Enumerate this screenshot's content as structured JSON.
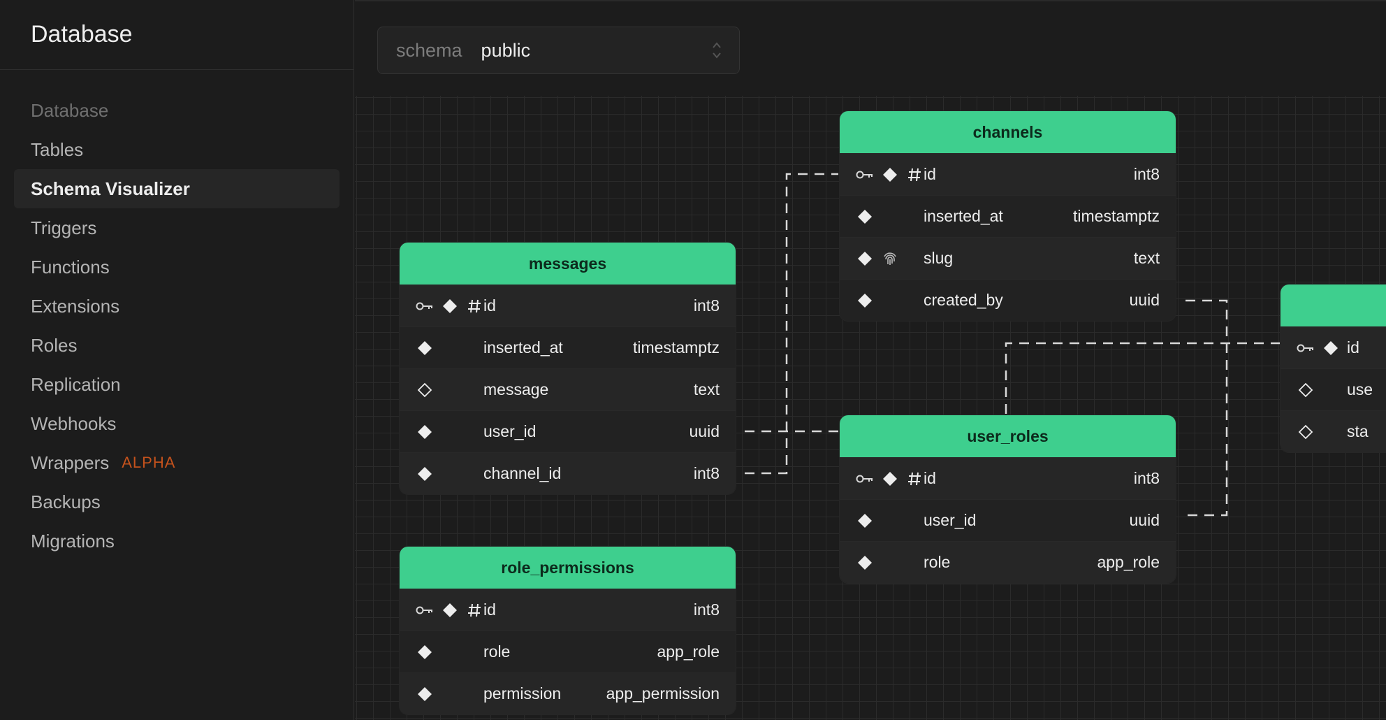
{
  "sidebar": {
    "title": "Database",
    "group_label": "Database",
    "items": [
      {
        "label": "Tables"
      },
      {
        "label": "Schema Visualizer",
        "active": true
      },
      {
        "label": "Triggers"
      },
      {
        "label": "Functions"
      },
      {
        "label": "Extensions"
      },
      {
        "label": "Roles"
      },
      {
        "label": "Replication"
      },
      {
        "label": "Webhooks"
      },
      {
        "label": "Wrappers",
        "badge": "ALPHA"
      },
      {
        "label": "Backups"
      },
      {
        "label": "Migrations"
      }
    ]
  },
  "schema_selector": {
    "label": "schema",
    "value": "public"
  },
  "colors": {
    "accent": "#3ecf8e",
    "badge": "#c4521c",
    "background": "#1c1c1c"
  },
  "tables": {
    "channels": {
      "name": "channels",
      "columns": [
        {
          "name": "id",
          "type": "int8",
          "icons": [
            "key-icon",
            "filled-diamond-icon",
            "hash-icon"
          ]
        },
        {
          "name": "inserted_at",
          "type": "timestamptz",
          "icons": [
            "filled-diamond-icon"
          ]
        },
        {
          "name": "slug",
          "type": "text",
          "icons": [
            "filled-diamond-icon",
            "fingerprint-icon"
          ]
        },
        {
          "name": "created_by",
          "type": "uuid",
          "icons": [
            "filled-diamond-icon"
          ]
        }
      ]
    },
    "messages": {
      "name": "messages",
      "columns": [
        {
          "name": "id",
          "type": "int8",
          "icons": [
            "key-icon",
            "filled-diamond-icon",
            "hash-icon"
          ]
        },
        {
          "name": "inserted_at",
          "type": "timestamptz",
          "icons": [
            "filled-diamond-icon"
          ]
        },
        {
          "name": "message",
          "type": "text",
          "icons": [
            "hollow-diamond-icon"
          ]
        },
        {
          "name": "user_id",
          "type": "uuid",
          "icons": [
            "filled-diamond-icon"
          ]
        },
        {
          "name": "channel_id",
          "type": "int8",
          "icons": [
            "filled-diamond-icon"
          ]
        }
      ]
    },
    "user_roles": {
      "name": "user_roles",
      "columns": [
        {
          "name": "id",
          "type": "int8",
          "icons": [
            "key-icon",
            "filled-diamond-icon",
            "hash-icon"
          ]
        },
        {
          "name": "user_id",
          "type": "uuid",
          "icons": [
            "filled-diamond-icon"
          ]
        },
        {
          "name": "role",
          "type": "app_role",
          "icons": [
            "filled-diamond-icon"
          ]
        }
      ]
    },
    "role_permissions": {
      "name": "role_permissions",
      "columns": [
        {
          "name": "id",
          "type": "int8",
          "icons": [
            "key-icon",
            "filled-diamond-icon",
            "hash-icon"
          ]
        },
        {
          "name": "role",
          "type": "app_role",
          "icons": [
            "filled-diamond-icon"
          ]
        },
        {
          "name": "permission",
          "type": "app_permission",
          "icons": [
            "filled-diamond-icon"
          ]
        }
      ]
    },
    "users_partial": {
      "name": "",
      "columns": [
        {
          "name": "id",
          "type": "",
          "icons": [
            "key-icon",
            "filled-diamond-icon"
          ]
        },
        {
          "name": "use",
          "type": "",
          "icons": [
            "hollow-diamond-icon"
          ]
        },
        {
          "name": "sta",
          "type": "",
          "icons": [
            "hollow-diamond-icon"
          ]
        }
      ]
    }
  }
}
